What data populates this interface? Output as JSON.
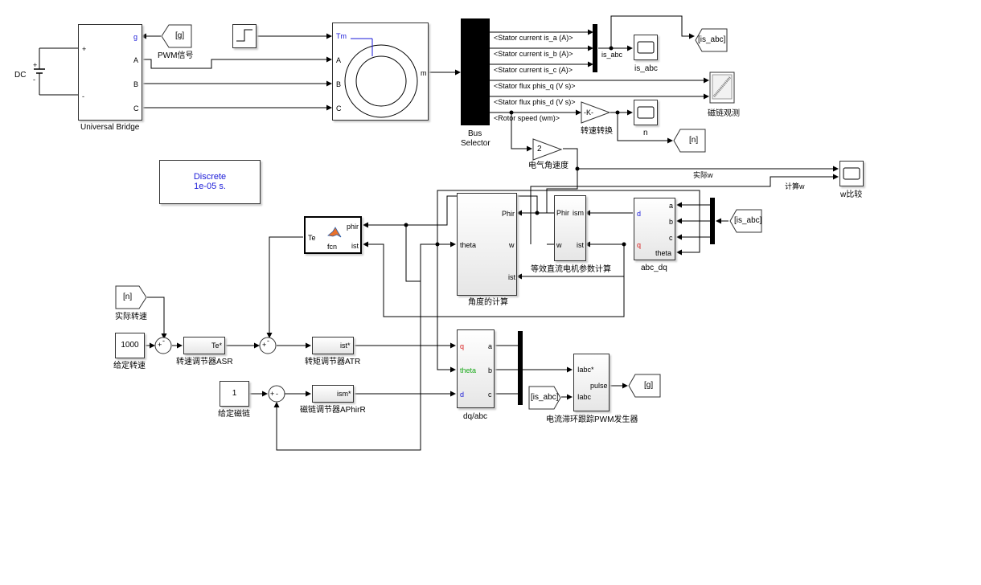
{
  "colors": {
    "line": "#000000",
    "blue_port": "#1a1ad8",
    "red_port": "#d81a1a",
    "green_port": "#18a818",
    "block_fill": "#eaeaea"
  },
  "power": {
    "dc_label": "DC",
    "plus": "+",
    "minus": "-",
    "bridge_label": "Universal Bridge",
    "bridge_ports": {
      "g": "g",
      "a": "A",
      "b": "B",
      "c": "C",
      "plus": "+",
      "minus": "-"
    },
    "pwm_goto": "[g]",
    "pwm_label": "PWM信号"
  },
  "motor": {
    "tm": "Tm",
    "a": "A",
    "b": "B",
    "c": "C",
    "m": "m"
  },
  "bus_selector": {
    "label_line1": "Bus",
    "label_line2": "Selector",
    "signals": [
      "<Stator current is_a (A)>",
      "<Stator current is_b (A)>",
      "<Stator current is_c (A)>",
      "<Stator flux phis_q (V s)>",
      "<Stator flux phis_d (V s)>",
      "<Rotor speed (wm)>"
    ]
  },
  "measure": {
    "is_abc_wire": "is_abc",
    "is_abc_scope": "is_abc",
    "is_abc_goto": "[is_abc]",
    "flux_scope": "磁链观测",
    "gain_k": "-K-",
    "speed_conv": "转速转换",
    "n_scope": "n",
    "n_goto": "[n]",
    "gain2": "2",
    "elec_speed": "电气角速度",
    "actual_w": "实际w",
    "calc_w": "计算w",
    "w_compare": "w比较"
  },
  "powergui": {
    "line1": "Discrete",
    "line2": "1e-05 s."
  },
  "fcn": {
    "name": "fcn",
    "in": "Te",
    "out1": "phir",
    "out2": "ist"
  },
  "angle_calc": {
    "label": "角度的计算",
    "phir": "Phir",
    "theta": "theta",
    "w": "w",
    "ist": "ist"
  },
  "dc_equiv": {
    "label": "等效直流电机参数计算",
    "phir": "Phir",
    "ism": "ism",
    "w": "w",
    "ist": "ist"
  },
  "abc_dq": {
    "label": "abc_dq",
    "d": "d",
    "q": "q",
    "a": "a",
    "b": "b",
    "c": "c",
    "theta": "theta"
  },
  "is_abc_from": "[is_abc]",
  "control": {
    "n_from": "[n]",
    "n_from_label": "实际转速",
    "speed_ref": "1000",
    "speed_ref_label": "给定转速",
    "asr": "Te*",
    "asr_label": "转速调节器ASR",
    "atr": "ist*",
    "atr_label": "转矩调节器ATR",
    "flux_ref": "1",
    "flux_ref_label": "给定磁链",
    "aphir": "ism*",
    "aphir_label": "磁链调节器APhirR",
    "plus": "+",
    "minus": "-"
  },
  "dq_abc": {
    "label": "dq/abc",
    "q": "q",
    "theta": "theta",
    "d": "d",
    "a": "a",
    "b": "b",
    "c": "c"
  },
  "pwm_gen": {
    "label": "电流滞环跟踪PWM发生器",
    "iabc_ref": "Iabc*",
    "iabc": "Iabc",
    "pulse": "pulse",
    "from": "[is_abc]",
    "goto": "[g]"
  }
}
